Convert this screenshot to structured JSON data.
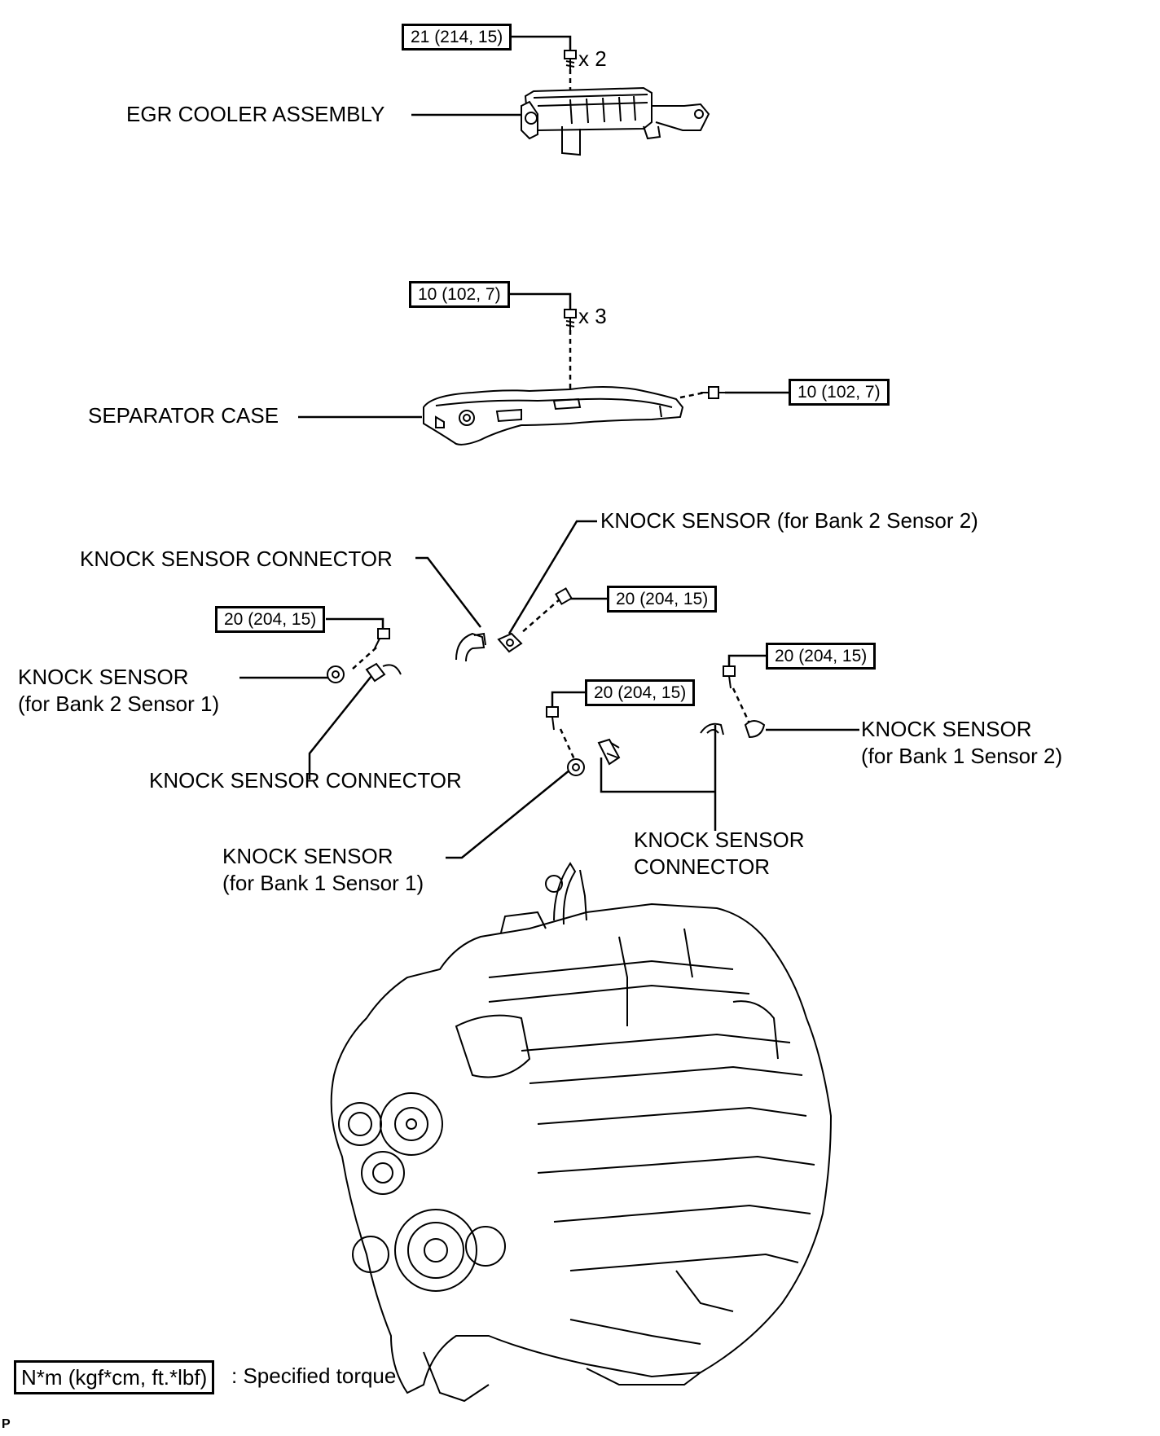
{
  "torque": {
    "egr": "21 (214, 15)",
    "separator_top": "10 (102, 7)",
    "separator_side": "10 (102, 7)",
    "ks_b2s1": "20 (204, 15)",
    "ks_b2s2": "20 (204, 15)",
    "ks_b1s1": "20 (204, 15)",
    "ks_b1s2": "20 (204, 15)"
  },
  "qty": {
    "egr": "x 2",
    "separator": "x 3"
  },
  "labels": {
    "egr_cooler": "EGR COOLER ASSEMBLY",
    "separator_case": "SEPARATOR CASE",
    "ks_b2s2": "KNOCK SENSOR (for Bank 2 Sensor 2)",
    "connector_top": "KNOCK SENSOR CONNECTOR",
    "ks_b2s1_line1": "KNOCK SENSOR",
    "ks_b2s1_line2": "(for Bank 2 Sensor 1)",
    "connector_mid": "KNOCK SENSOR CONNECTOR",
    "ks_b1s2_line1": "KNOCK SENSOR",
    "ks_b1s2_line2": "(for Bank 1 Sensor 2)",
    "ks_b1s1_line1": "KNOCK SENSOR",
    "ks_b1s1_line2": "(for Bank 1 Sensor 1)",
    "connector_bottom_line1": "KNOCK SENSOR",
    "connector_bottom_line2": "CONNECTOR"
  },
  "legend": {
    "unit": "N*m (kgf*cm, ft.*lbf)",
    "text": ": Specified torque"
  },
  "corner_mark": "P"
}
